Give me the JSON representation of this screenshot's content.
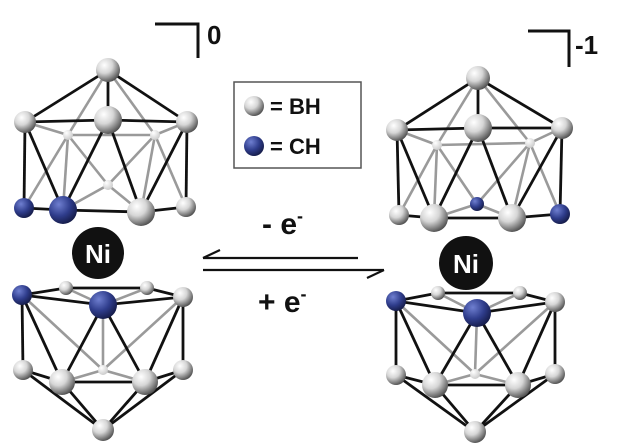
{
  "left_complex": {
    "charge": "0",
    "metal": "Ni"
  },
  "right_complex": {
    "charge": "-1",
    "metal": "Ni"
  },
  "legend": {
    "bh_label": "= BH",
    "ch_label": "= CH",
    "bh_color": "#9e9e9e",
    "ch_color": "#2f3d8c"
  },
  "equilibrium": {
    "forward_sign": "- e",
    "forward_sup": "-",
    "reverse_sign": "+ e",
    "reverse_sup": "-"
  },
  "colors": {
    "bond_front": "#111111",
    "bond_back": "#9a9a9a",
    "ni_fill": "#111111"
  }
}
